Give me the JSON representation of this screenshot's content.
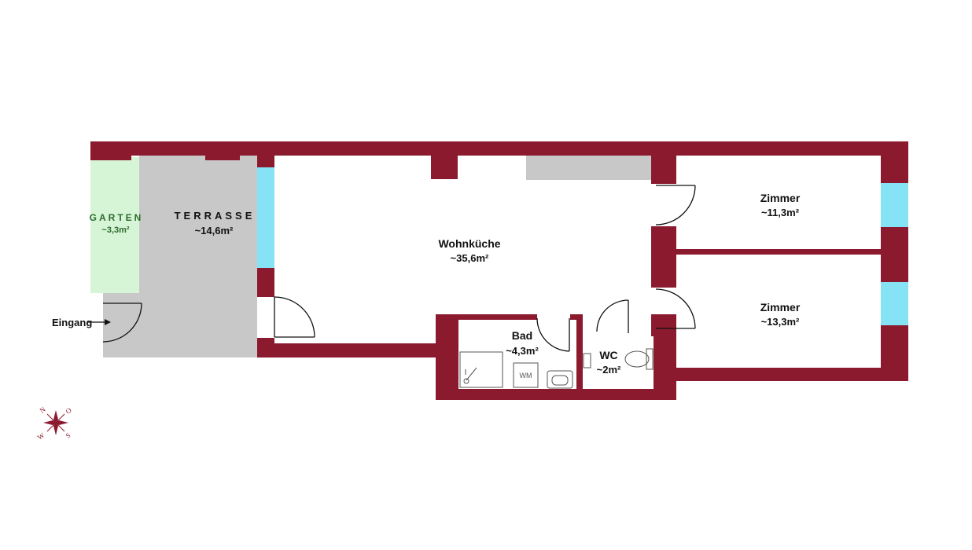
{
  "colors": {
    "wall": "#8b1a2e",
    "window": "#86e3f5",
    "terrace": "#c8c8c8",
    "garden": "#d6f5d6",
    "floor": "#ffffff",
    "kitchen_counter": "#c8c8c8"
  },
  "rooms": {
    "garten": {
      "name": "GARTEN",
      "area": "~3,3m²"
    },
    "terrasse": {
      "name": "TERRASSE",
      "area": "~14,6m²"
    },
    "wohnkueche": {
      "name": "Wohnküche",
      "area": "~35,6m²"
    },
    "zimmer1": {
      "name": "Zimmer",
      "area": "~11,3m²"
    },
    "zimmer2": {
      "name": "Zimmer",
      "area": "~13,3m²"
    },
    "bad": {
      "name": "Bad",
      "area": "~4,3m²"
    },
    "wc": {
      "name": "WC",
      "area": "~2m²"
    }
  },
  "entry": {
    "label": "Eingang"
  },
  "fixtures": {
    "washing_machine": "WM"
  },
  "compass": {
    "north": "N",
    "east": "O",
    "south": "S",
    "west": "W"
  }
}
